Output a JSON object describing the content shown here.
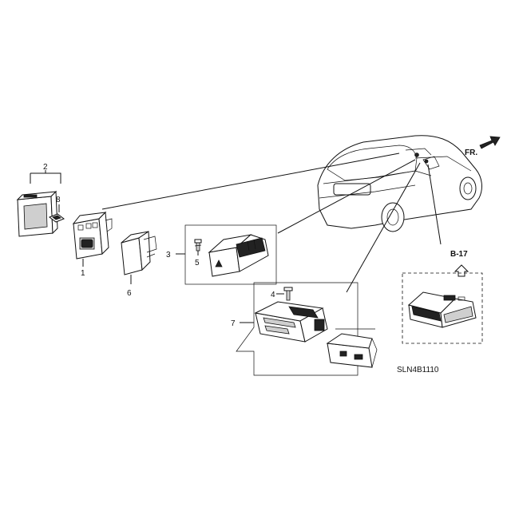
{
  "callouts": {
    "c1": "1",
    "c2": "2",
    "c3": "3",
    "c4": "4",
    "c5": "5",
    "c6": "6",
    "c7": "7",
    "c8": "8"
  },
  "labels": {
    "front": "FR.",
    "view_ref": "B-17",
    "drawing_code": "SLN4B1110"
  }
}
